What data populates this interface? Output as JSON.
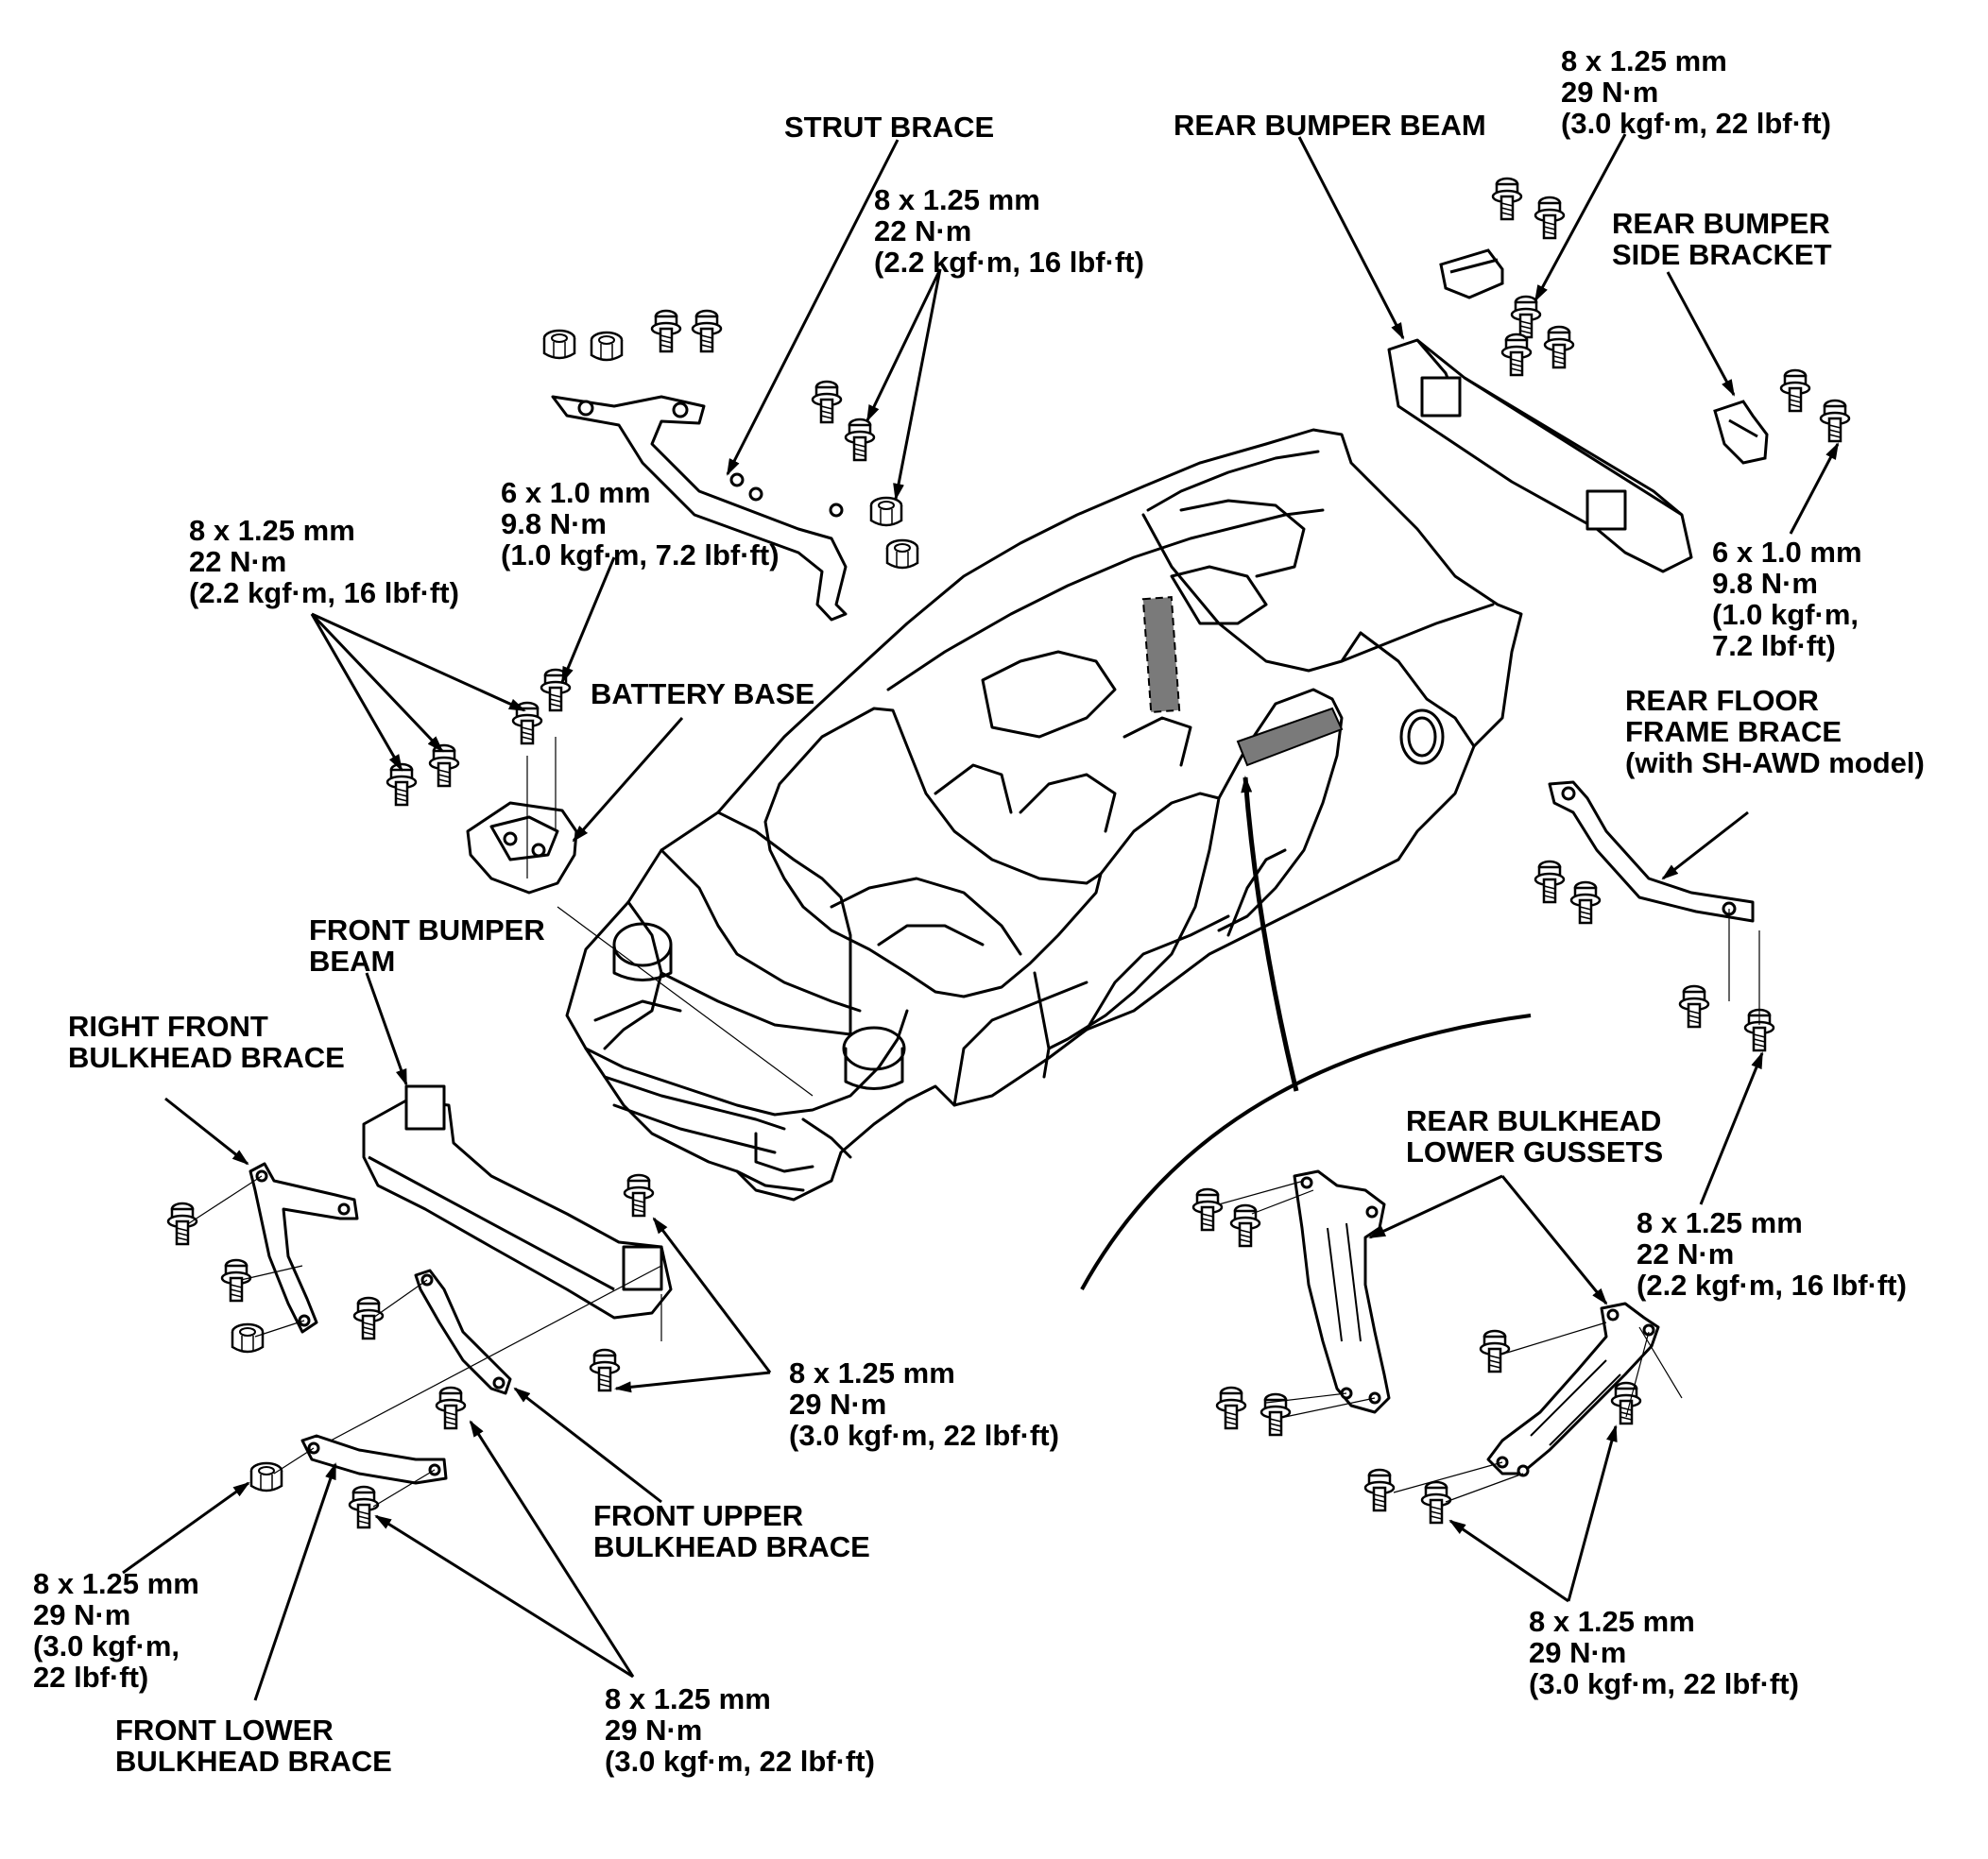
{
  "labels": {
    "strut_brace": [
      "STRUT BRACE"
    ],
    "strut_torque": [
      "8 x 1.25 mm",
      "22 N·m",
      "(2.2 kgf·m, 16 lbf·ft)"
    ],
    "rear_bumper_beam": [
      "REAR BUMPER BEAM"
    ],
    "rear_beam_torque": [
      "8 x 1.25 mm",
      "29 N·m",
      "(3.0 kgf·m, 22 lbf·ft)"
    ],
    "rear_bumper_side_bracket": [
      "REAR BUMPER",
      "SIDE BRACKET"
    ],
    "rear_bracket_torque": [
      "6 x 1.0 mm",
      "9.8 N·m",
      "(1.0 kgf·m,",
      "7.2 lbf·ft)"
    ],
    "battery_base_torque_6": [
      "6 x 1.0 mm",
      "9.8 N·m",
      "(1.0 kgf·m, 7.2 lbf·ft)"
    ],
    "battery_base_torque_8": [
      "8 x 1.25 mm",
      "22 N·m",
      "(2.2 kgf·m, 16 lbf·ft)"
    ],
    "battery_base": [
      "BATTERY BASE"
    ],
    "rear_floor_frame_brace": [
      "REAR FLOOR",
      "FRAME BRACE",
      "(with SH-AWD model)"
    ],
    "front_bumper_beam": [
      "FRONT BUMPER",
      "BEAM"
    ],
    "right_front_bulkhead_brace": [
      "RIGHT FRONT",
      "BULKHEAD BRACE"
    ],
    "rear_bulkhead_lower_gussets": [
      "REAR BULKHEAD",
      "LOWER GUSSETS"
    ],
    "floor_brace_torque": [
      "8 x 1.25 mm",
      "22 N·m",
      "(2.2 kgf·m, 16 lbf·ft)"
    ],
    "front_beam_torque": [
      "8 x 1.25 mm",
      "29 N·m",
      "(3.0 kgf·m, 22 lbf·ft)"
    ],
    "front_upper_bulkhead_brace": [
      "FRONT UPPER",
      "BULKHEAD BRACE"
    ],
    "front_lower_torque_left": [
      "8 x 1.25 mm",
      "29 N·m",
      "(3.0 kgf·m,",
      "22 lbf·ft)"
    ],
    "front_lower_bulkhead_brace": [
      "FRONT LOWER",
      "BULKHEAD BRACE"
    ],
    "front_lower_torque_bottom": [
      "8 x 1.25 mm",
      "29 N·m",
      "(3.0 kgf·m, 22 lbf·ft)"
    ],
    "gusset_torque": [
      "8 x 1.25 mm",
      "29 N·m",
      "(3.0 kgf·m, 22 lbf·ft)"
    ]
  },
  "colors": {
    "ink": "#000000",
    "paper": "#ffffff",
    "shade": "#7a7a7a"
  }
}
